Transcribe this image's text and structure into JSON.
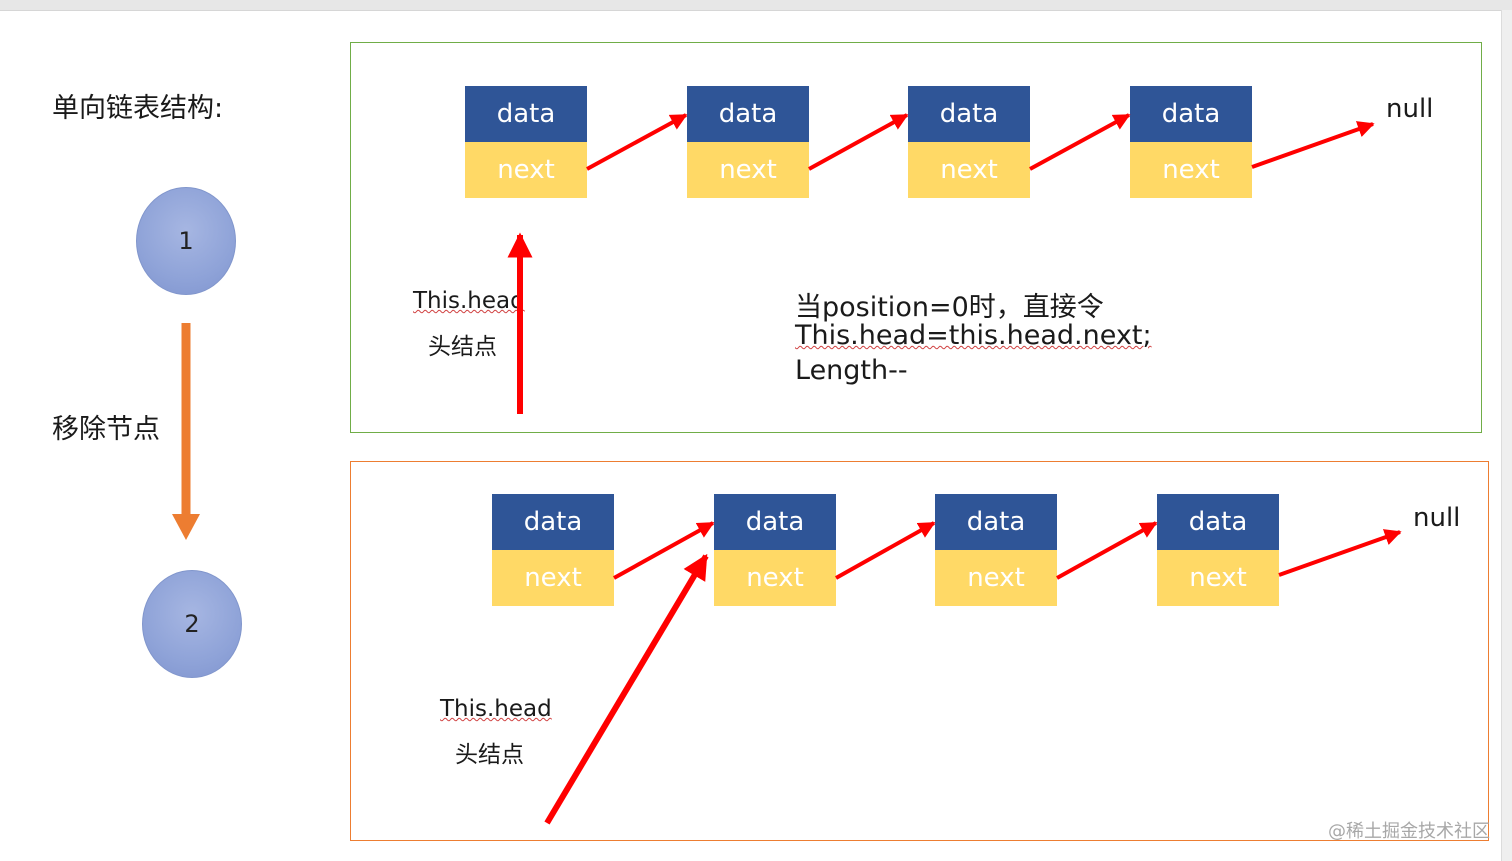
{
  "title": "单向链表结构:",
  "steps": [
    "1",
    "2"
  ],
  "step_transition_label": "移除节点",
  "node": {
    "data_label": "data",
    "next_label": "next"
  },
  "null_label": "null",
  "head": {
    "label": "This.head",
    "sublabel": "头结点"
  },
  "note": {
    "line1": "当position=0时，直接令",
    "line2": "This.head=this.head.next;",
    "line3": "Length--"
  },
  "watermark": "@稀土掘金技术社区",
  "colors": {
    "node_data_fill": "#2f5597",
    "node_next_fill": "#ffd966",
    "pointer_arrow": "#ff0000",
    "flow_arrow": "#ed7d31",
    "panel_1_border": "#70ad47",
    "panel_2_border": "#ed7d31",
    "step_circle": "#8fa3d8"
  }
}
